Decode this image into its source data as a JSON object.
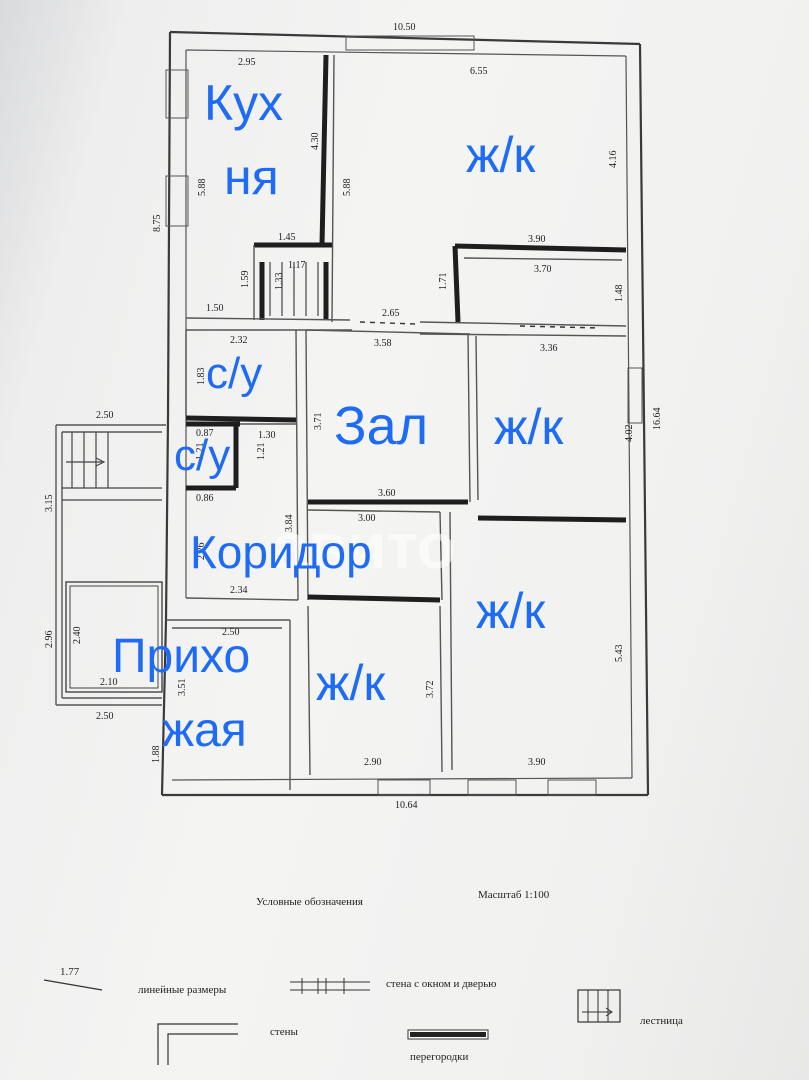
{
  "overall": {
    "top": "10.50",
    "bottom": "10.64",
    "right": "16.64",
    "left": "8.75"
  },
  "rooms": {
    "kitchen_line1": "Кух",
    "kitchen_line2": "ня",
    "living_top": "ж/к",
    "bath1": "с/у",
    "bath2": "с/у",
    "hall": "Зал",
    "living_mid": "ж/к",
    "corridor": "Коридор",
    "living_right": "ж/к",
    "living_bottom": "ж/к",
    "entry_line1": "Прихо",
    "entry_line2": "жая"
  },
  "dimensions": {
    "d295": "2.95",
    "d655": "6.55",
    "d588a": "5.88",
    "d430": "4.30",
    "d588b": "5.88",
    "d416": "4.16",
    "d145": "1.45",
    "d117": "1.17",
    "d159": "1.59",
    "d133": "1.33",
    "d150": "1.50",
    "d390a": "3.90",
    "d370": "3.70",
    "d171": "1.71",
    "d148": "1.48",
    "d265": "2.65",
    "d232": "2.32",
    "d358": "3.58",
    "d336": "3.36",
    "d183": "1.83",
    "d371": "3.71",
    "d402": "4.02",
    "d250a": "2.50",
    "d087": "0.87",
    "d130": "1.30",
    "d315": "3.15",
    "d121a": "1.21",
    "d121b": "1.21",
    "d360": "3.60",
    "d086": "0.86",
    "d384": "3.84",
    "d300": "3.00",
    "d226": "2.26",
    "d234": "2.34",
    "d296": "2.96",
    "d240": "2.40",
    "d250b": "2.50",
    "d543": "5.43",
    "d372": "3.72",
    "d351": "3.51",
    "d210": "2.10",
    "d250c": "2.50",
    "d188": "1.88",
    "d290": "2.90",
    "d390b": "3.90"
  },
  "watermark": "авито",
  "legend": {
    "title": "Условные обозначения",
    "scale": "Масштаб 1:100",
    "sample_value": "1.77",
    "linear": "линейные размеры",
    "window_door": "стена с окном и дверью",
    "stairs": "лестница",
    "walls": "стены",
    "partitions": "перегородки"
  }
}
